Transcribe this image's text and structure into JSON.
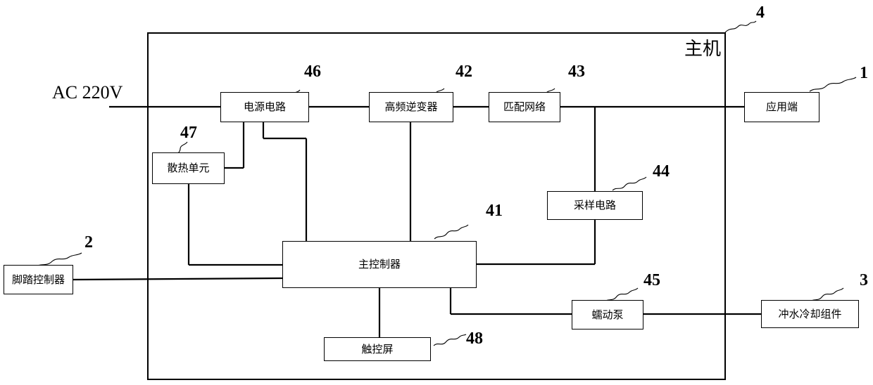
{
  "diagram": {
    "host": {
      "label": "主机",
      "number": "4"
    },
    "ac_input": "AC 220V",
    "blocks": {
      "power_circuit": {
        "label": "电源电路",
        "number": "46"
      },
      "hf_inverter": {
        "label": "高频逆变器",
        "number": "42"
      },
      "matching_network": {
        "label": "匹配网络",
        "number": "43"
      },
      "heat_dissipation": {
        "label": "散热单元",
        "number": "47"
      },
      "sampling_circuit": {
        "label": "采样电路",
        "number": "44"
      },
      "main_controller": {
        "label": "主控制器",
        "number": "41"
      },
      "peristaltic_pump": {
        "label": "蠕动泵",
        "number": "45"
      },
      "touch_screen": {
        "label": "触控屏",
        "number": "48"
      }
    },
    "external": {
      "application_end": {
        "label": "应用端",
        "number": "1"
      },
      "foot_controller": {
        "label": "脚踏控制器",
        "number": "2"
      },
      "flush_cooling": {
        "label": "冲水冷却组件",
        "number": "3"
      }
    }
  }
}
